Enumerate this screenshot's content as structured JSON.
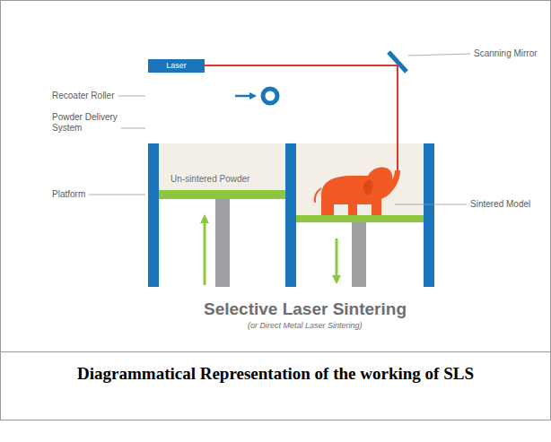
{
  "diagram": {
    "title": "Selective Laser Sintering",
    "caption": "Diagrammatical Representation of the working of SLS",
    "nodes": [
      {
        "text": [
          "Laser"
        ]
      }
    ],
    "labels": [
      "Scanning Mirror",
      "Recoater Roller",
      "Powder Delivery System",
      "Platform",
      "Un-sintered Powder",
      "Sintered Model",
      "(or Direct Metal Laser Sintering)"
    ]
  }
}
